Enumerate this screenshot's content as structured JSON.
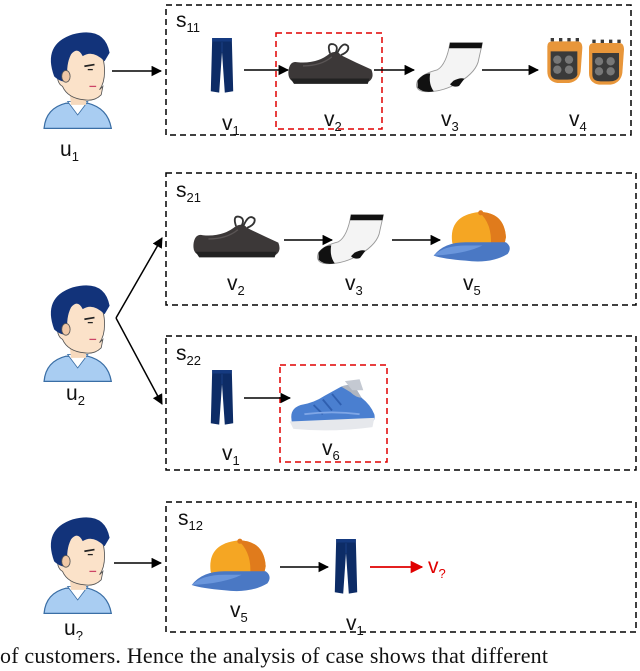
{
  "users": [
    {
      "id": "u1",
      "label": "u",
      "sub": "1"
    },
    {
      "id": "u2",
      "label": "u",
      "sub": "2"
    },
    {
      "id": "u3",
      "label": "u",
      "sub": "?"
    }
  ],
  "sessions": [
    {
      "id": "s11",
      "label": "s",
      "sub": "11",
      "items": [
        {
          "icon": "pants-icon",
          "label": "v",
          "sub": "1"
        },
        {
          "icon": "shoe-icon",
          "label": "v",
          "sub": "2",
          "highlighted": true
        },
        {
          "icon": "sock-icon",
          "label": "v",
          "sub": "3"
        },
        {
          "icon": "gloves-icon",
          "label": "v",
          "sub": "4"
        }
      ]
    },
    {
      "id": "s21",
      "label": "s",
      "sub": "21",
      "items": [
        {
          "icon": "shoe-icon",
          "label": "v",
          "sub": "2"
        },
        {
          "icon": "sock-icon",
          "label": "v",
          "sub": "3"
        },
        {
          "icon": "cap-icon",
          "label": "v",
          "sub": "5"
        }
      ]
    },
    {
      "id": "s22",
      "label": "s",
      "sub": "22",
      "items": [
        {
          "icon": "pants-icon",
          "label": "v",
          "sub": "1"
        },
        {
          "icon": "sneaker-icon",
          "label": "v",
          "sub": "6",
          "highlighted": true
        }
      ]
    },
    {
      "id": "s12",
      "label": "s",
      "sub": "12",
      "items": [
        {
          "icon": "cap-icon",
          "label": "v",
          "sub": "5"
        },
        {
          "icon": "pants-icon",
          "label": "v",
          "sub": "1"
        }
      ],
      "next": {
        "label": "v",
        "sub": "?"
      }
    }
  ],
  "caption": "of customers. Hence the analysis of case shows that different"
}
